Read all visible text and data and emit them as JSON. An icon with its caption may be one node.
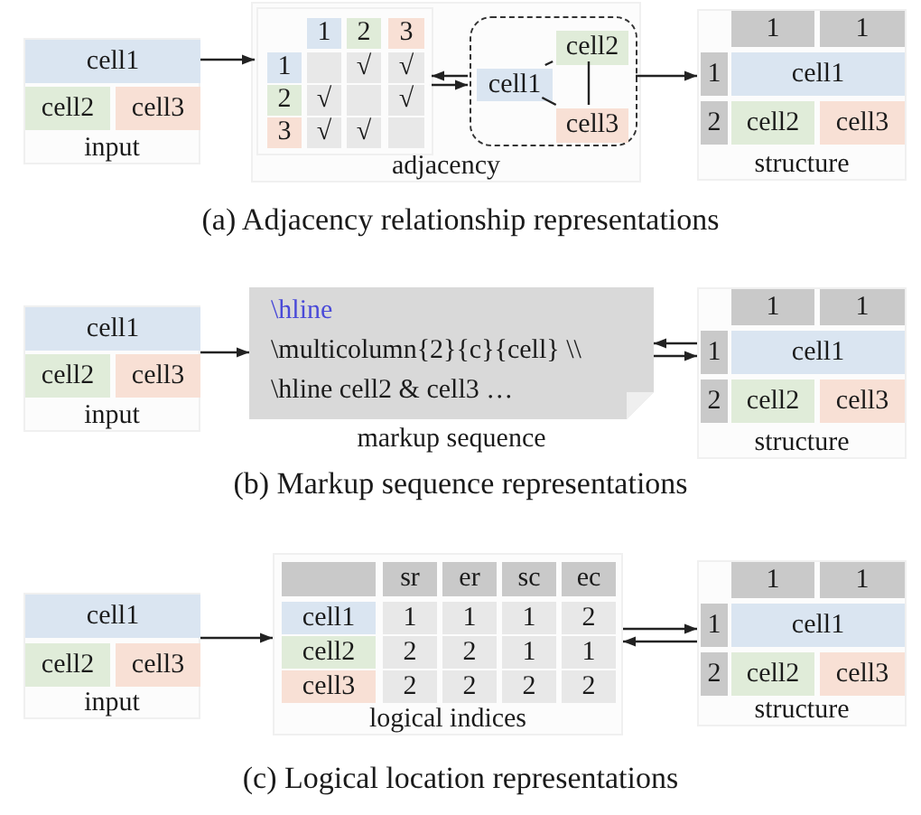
{
  "diagram": {
    "nodes": [
      {
        "text": [
          "input"
        ]
      },
      {
        "text": [
          "cell1"
        ],
        "in": 0
      },
      {
        "text": [
          "cell2"
        ],
        "in": 0
      },
      {
        "text": [
          "cell3"
        ],
        "in": 0
      },
      {
        "text": [
          "adjacency"
        ]
      },
      {
        "text": [],
        "shape": "box",
        "in": 4
      },
      {
        "text": [
          "1"
        ],
        "in": 5
      },
      {
        "text": [
          "2"
        ],
        "in": 5
      },
      {
        "text": [
          "3"
        ],
        "in": 5
      },
      {
        "text": [
          "1"
        ],
        "in": 5
      },
      {
        "text": [
          "√"
        ],
        "in": 5
      },
      {
        "text": [
          "√"
        ],
        "in": 5
      },
      {
        "text": [
          "2"
        ],
        "in": 5
      },
      {
        "text": [
          "√"
        ],
        "in": 5
      },
      {
        "text": [
          "√"
        ],
        "in": 5
      },
      {
        "text": [
          "3"
        ],
        "in": 5
      },
      {
        "text": [
          "√"
        ],
        "in": 5
      },
      {
        "text": [
          "√"
        ],
        "in": 5
      },
      {
        "text": [],
        "shape": "box",
        "in": 4
      },
      {
        "text": [
          "cell2"
        ],
        "in": 18
      },
      {
        "text": [
          "cell1"
        ],
        "in": 18
      },
      {
        "text": [
          "cell3"
        ],
        "in": 18
      },
      {
        "text": [
          "structure"
        ]
      },
      {
        "text": [
          "1"
        ],
        "in": 22
      },
      {
        "text": [
          "1"
        ],
        "in": 22
      },
      {
        "text": [
          "1"
        ],
        "in": 22
      },
      {
        "text": [
          "cell1"
        ],
        "in": 22
      },
      {
        "text": [
          "2"
        ],
        "in": 22
      },
      {
        "text": [
          "cell2"
        ],
        "in": 22
      },
      {
        "text": [
          "cell3"
        ],
        "in": 22
      },
      {
        "text": [
          "input"
        ]
      },
      {
        "text": [
          "cell1"
        ],
        "in": 30
      },
      {
        "text": [
          "cell2"
        ],
        "in": 30
      },
      {
        "text": [
          "cell3"
        ],
        "in": 30
      },
      {
        "text": [
          "\\hline",
          "\\multicolumn{2}{c}{cell} \\\\",
          "\\hline cell2 & cell3 …",
          "markup sequence"
        ]
      },
      {
        "text": [
          "structure"
        ]
      },
      {
        "text": [
          "1"
        ],
        "in": 35
      },
      {
        "text": [
          "1"
        ],
        "in": 35
      },
      {
        "text": [
          "1"
        ],
        "in": 35
      },
      {
        "text": [
          "cell1"
        ],
        "in": 35
      },
      {
        "text": [
          "2"
        ],
        "in": 35
      },
      {
        "text": [
          "cell2"
        ],
        "in": 35
      },
      {
        "text": [
          "cell3"
        ],
        "in": 35
      },
      {
        "text": [
          "input"
        ]
      },
      {
        "text": [
          "cell1"
        ],
        "in": 43
      },
      {
        "text": [
          "cell2"
        ],
        "in": 43
      },
      {
        "text": [
          "cell3"
        ],
        "in": 43
      },
      {
        "text": [
          "logical indices"
        ]
      },
      {
        "text": [
          "sr"
        ],
        "in": 47
      },
      {
        "text": [
          "er"
        ],
        "in": 47
      },
      {
        "text": [
          "sc"
        ],
        "in": 47
      },
      {
        "text": [
          "ec"
        ],
        "in": 47
      },
      {
        "text": [
          "cell1"
        ],
        "in": 47
      },
      {
        "text": [
          "1"
        ],
        "in": 47
      },
      {
        "text": [
          "1"
        ],
        "in": 47
      },
      {
        "text": [
          "1"
        ],
        "in": 47
      },
      {
        "text": [
          "2"
        ],
        "in": 47
      },
      {
        "text": [
          "cell2"
        ],
        "in": 47
      },
      {
        "text": [
          "2"
        ],
        "in": 47
      },
      {
        "text": [
          "2"
        ],
        "in": 47
      },
      {
        "text": [
          "1"
        ],
        "in": 47
      },
      {
        "text": [
          "1"
        ],
        "in": 47
      },
      {
        "text": [
          "cell3"
        ],
        "in": 47
      },
      {
        "text": [
          "2"
        ],
        "in": 47
      },
      {
        "text": [
          "2"
        ],
        "in": 47
      },
      {
        "text": [
          "2"
        ],
        "in": 47
      },
      {
        "text": [
          "2"
        ],
        "in": 47
      },
      {
        "text": [
          "structure"
        ]
      },
      {
        "text": [
          "1"
        ],
        "in": 67
      },
      {
        "text": [
          "1"
        ],
        "in": 67
      },
      {
        "text": [
          "1"
        ],
        "in": 67
      },
      {
        "text": [
          "cell1"
        ],
        "in": 67
      },
      {
        "text": [
          "2"
        ],
        "in": 67
      },
      {
        "text": [
          "cell2"
        ],
        "in": 67
      },
      {
        "text": [
          "cell3"
        ],
        "in": 67
      }
    ],
    "edges": [
      {
        "from": 0,
        "to": 5,
        "arrow": "to"
      },
      {
        "from": 18,
        "to": 5,
        "arrow": "to"
      },
      {
        "from": 5,
        "to": 18,
        "arrow": "to"
      },
      {
        "from": 20,
        "to": 19,
        "arrow": "none"
      },
      {
        "from": 20,
        "to": 21,
        "arrow": "none"
      },
      {
        "from": 19,
        "to": 21,
        "arrow": "none"
      },
      {
        "from": 18,
        "to": 22,
        "arrow": "to"
      },
      {
        "from": 30,
        "to": 34,
        "arrow": "to"
      },
      {
        "from": 35,
        "to": 34,
        "arrow": "to"
      },
      {
        "from": 34,
        "to": 35,
        "arrow": "to"
      },
      {
        "from": 43,
        "to": 47,
        "arrow": "to"
      },
      {
        "from": 47,
        "to": 67,
        "arrow": "to"
      },
      {
        "from": 67,
        "to": 47,
        "arrow": "to"
      }
    ],
    "labels": [
      "(a)  Adjacency relationship representations",
      "(b)  Markup sequence representations",
      "(c)  Logical location representations"
    ]
  }
}
